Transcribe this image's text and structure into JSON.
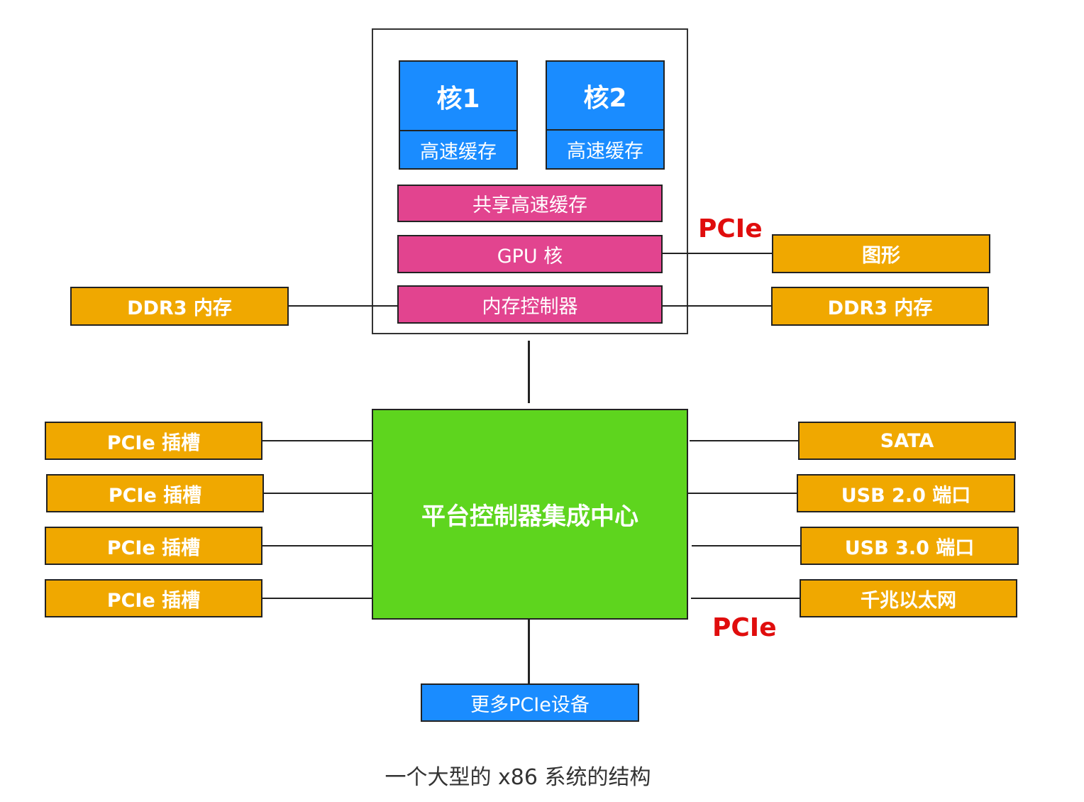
{
  "cpu": {
    "cores": [
      {
        "name": "核1",
        "cache": "高速缓存"
      },
      {
        "name": "核2",
        "cache": "高速缓存"
      }
    ],
    "shared_cache": "共享高速缓存",
    "gpu": "GPU 核",
    "memory_controller": "内存控制器"
  },
  "memory": {
    "left": "DDR3 内存",
    "right": "DDR3 内存"
  },
  "graphics": "图形",
  "pcie_labels": [
    "PCIe",
    "PCIe"
  ],
  "pch": "平台控制器集成中心",
  "left_devices": [
    "PCIe 插槽",
    "PCIe 插槽",
    "PCIe 插槽",
    "PCIe 插槽"
  ],
  "right_devices": [
    "SATA",
    "USB 2.0 端口",
    "USB 3.0 端口",
    "千兆以太网"
  ],
  "bottom_device": "更多PCIe设备",
  "caption": "一个大型的 x86 系统的结构",
  "colors": {
    "peripheral": "#f0a800",
    "core": "#1a8cff",
    "cpu_unit": "#e2448f",
    "pch": "#5ed51e",
    "pcie_label": "#e00d0d"
  }
}
